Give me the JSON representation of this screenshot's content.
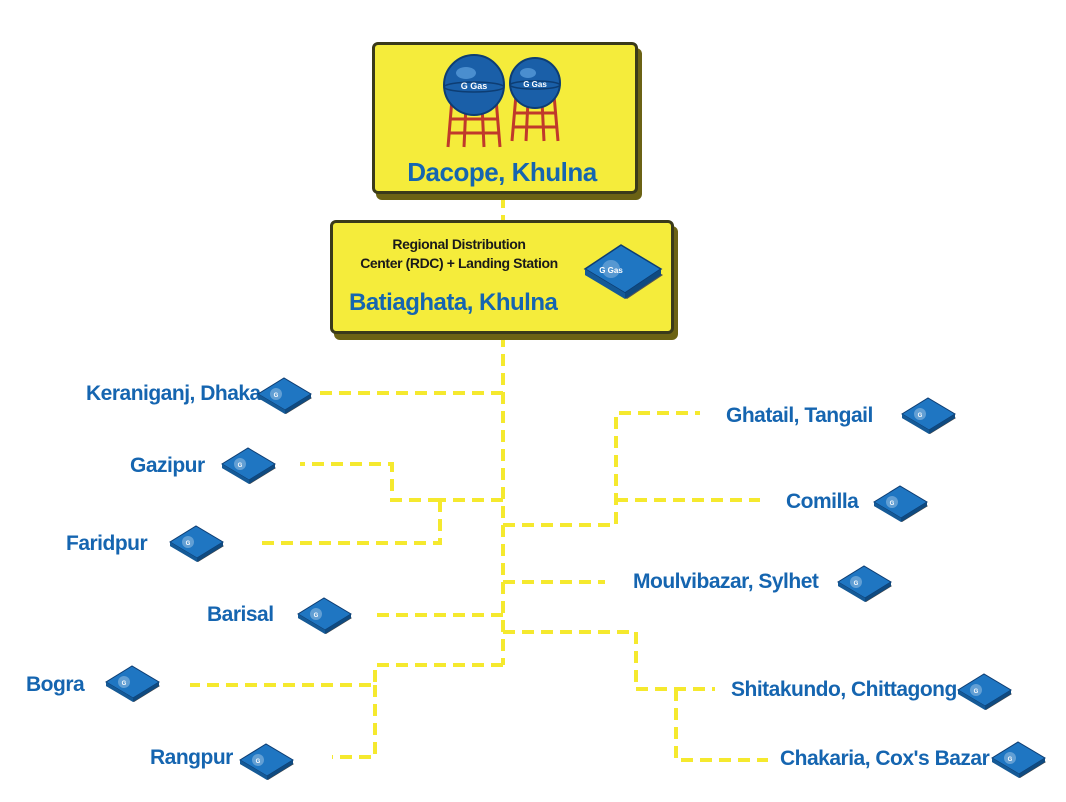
{
  "colors": {
    "box_fill": "#f5ec3b",
    "box_border": "#3a3a1a",
    "connector": "#f5e92e",
    "label": "#1565b0",
    "tank": "#1a5fa8",
    "tank_legs": "#c0392b",
    "depot": "#1f76c2"
  },
  "top_terminal": {
    "title": "Dacope, Khulna",
    "tank_logo": "G Gas"
  },
  "rdc": {
    "subtitle_line1": "Regional Distribution",
    "subtitle_line2": "Center (RDC) + Landing Station",
    "title": "Batiaghata, Khulna",
    "depot_logo": "G Gas"
  },
  "left_nodes": [
    {
      "name": "Keraniganj, Dhaka"
    },
    {
      "name": "Gazipur"
    },
    {
      "name": "Faridpur"
    },
    {
      "name": "Barisal"
    },
    {
      "name": "Bogra"
    },
    {
      "name": "Rangpur"
    }
  ],
  "right_nodes": [
    {
      "name": "Ghatail, Tangail"
    },
    {
      "name": "Comilla"
    },
    {
      "name": "Moulvibazar, Sylhet"
    },
    {
      "name": "Shitakundo, Chittagong"
    },
    {
      "name": "Chakaria, Cox's Bazar"
    }
  ],
  "icons": {
    "storage_tank": "lpg-sphere-tank-icon",
    "depot": "distribution-depot-icon"
  }
}
